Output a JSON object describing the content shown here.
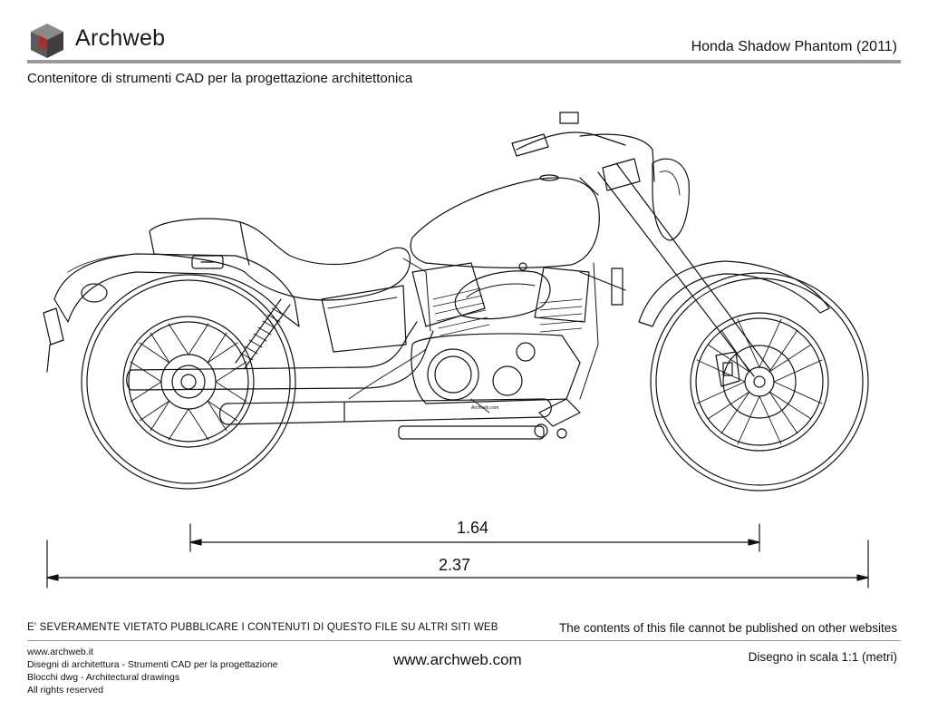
{
  "header": {
    "brand": "Archweb",
    "title": "Honda Shadow Phantom (2011)",
    "subtitle": "Contenitore di strumenti CAD per la progettazione architettonica"
  },
  "dimensions": {
    "wheelbase": "1.64",
    "overall_length": "2.37"
  },
  "drawing": {
    "tank_mark": "Archweb.com"
  },
  "footer": {
    "warning_it": "E' SEVERAMENTE VIETATO PUBBLICARE I CONTENUTI DI QUESTO FILE SU ALTRI SITI WEB",
    "warning_en": "The contents of this file cannot be published on other websites",
    "info_lines": [
      "www.archweb.it",
      "Disegni di architettura - Strumenti CAD  per la progettazione",
      "Blocchi dwg - Architectural drawings",
      "All rights reserved"
    ],
    "website": "www.archweb.com",
    "scale": "Disegno in scala 1:1 (metri)"
  },
  "colors": {
    "logo_dark": "#5a5a5a",
    "logo_red": "#b3282d",
    "line": "#111111",
    "rule": "#9a9a9a"
  }
}
